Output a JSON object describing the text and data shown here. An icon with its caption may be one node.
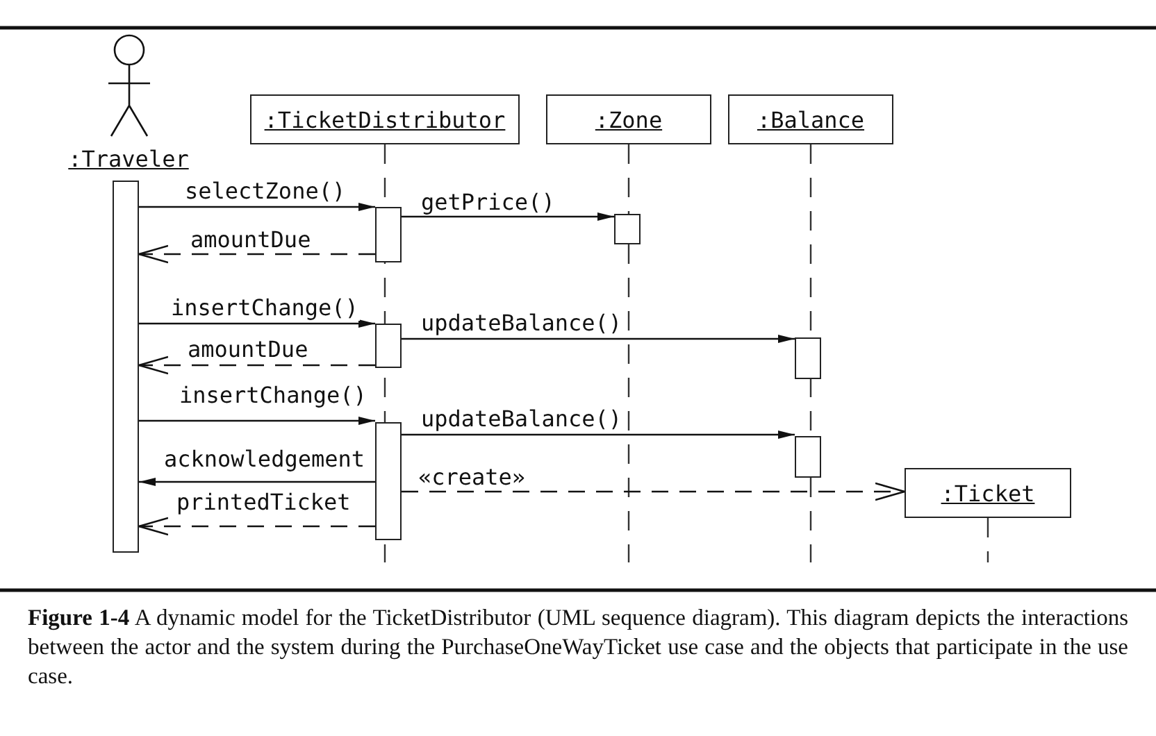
{
  "diagram": {
    "caption": "**Figure 1-4** A dynamic model for the TicketDistributor (UML sequence diagram). This diagram depicts the interactions between the actor and the system during the PurchaseOneWayTicket use case and the objects that participate in the use case.",
    "nodes": [
      {
        "text": [
          ":Traveler"
        ]
      },
      {
        "text": [
          ":TicketDistributor"
        ]
      },
      {
        "text": [
          ":Zone"
        ]
      },
      {
        "text": [
          ":Balance"
        ]
      },
      {
        "text": [
          ":Ticket"
        ]
      },
      {
        "text": [],
        "shape": "bar"
      },
      {
        "text": [],
        "shape": "bar"
      },
      {
        "text": [],
        "shape": "bar"
      },
      {
        "text": [],
        "shape": "bar"
      },
      {
        "text": [],
        "shape": "bar"
      },
      {
        "text": [],
        "shape": "bar"
      },
      {
        "text": [],
        "shape": "bar"
      }
    ],
    "edges": [
      {
        "from": 5,
        "to": 6,
        "arrow": "to",
        "label": "selectZone()"
      },
      {
        "from": 6,
        "to": 7,
        "arrow": "to",
        "label": "getPrice()"
      },
      {
        "from": 6,
        "to": 5,
        "arrow": "to",
        "label": "amountDue",
        "style": "dashed"
      },
      {
        "from": 5,
        "to": 8,
        "arrow": "to",
        "label": "insertChange()"
      },
      {
        "from": 8,
        "to": 9,
        "arrow": "to",
        "label": "updateBalance()"
      },
      {
        "from": 8,
        "to": 5,
        "arrow": "to",
        "label": "amountDue",
        "style": "dashed"
      },
      {
        "from": 5,
        "to": 10,
        "arrow": "to",
        "label": "insertChange()"
      },
      {
        "from": 10,
        "to": 11,
        "arrow": "to",
        "label": "updateBalance()"
      },
      {
        "from": 10,
        "to": 5,
        "arrow": "to",
        "label": "acknowledgement"
      },
      {
        "from": 10,
        "to": 4,
        "arrow": "to",
        "label": "«create»",
        "style": "dashed"
      },
      {
        "from": 10,
        "to": 5,
        "arrow": "to",
        "label": "printedTicket",
        "style": "dashed"
      }
    ]
  }
}
